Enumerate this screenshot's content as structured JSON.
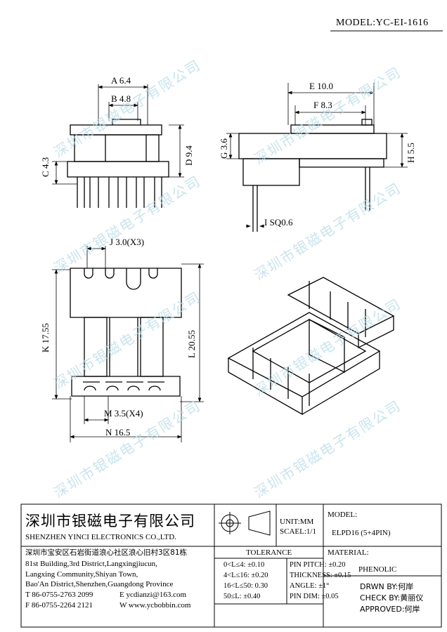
{
  "model_label": "MODEL:YC-EI-1616",
  "watermark": "深圳市银磁电子有限公司",
  "dimensions": {
    "A": "A 6.4",
    "B": "B 4.8",
    "C": "C 4.3",
    "D": "D 9.4",
    "E": "E 10.0",
    "F": "F 8.3",
    "G": "G 3.6",
    "H": "H 5.5",
    "I": "I SQ0.6",
    "J": "J 3.0(X3)",
    "K": "K 17.55",
    "L": "L 20.55",
    "M": "M 3.5(X4)",
    "N": "N 16.5"
  },
  "company": {
    "name_cn": "深圳市银磁电子有限公司",
    "name_en": "SHENZHEN YINCI ELECTRONICS CO.,LTD.",
    "address_cn": "深圳市宝安区石岩街道浪心社区浪心旧村3区81栋",
    "address_en": [
      "81st Building,3rd District,Langxingjiucun,",
      "Langxing Community,Shiyan Town,",
      "Bao'An District,Shenzhen,Guangdong Province"
    ],
    "tel": "T 86-0755-2763 2099",
    "email": "E ycdianzi@163.com",
    "fax": "F 86-0755-2264 2121",
    "web": "W www.ycbobbin.com"
  },
  "units": {
    "unit": "UNIT:MM",
    "scale": "SCAEL:1/1"
  },
  "model_box": {
    "label": "MODEL:",
    "value": "ELPD16 (5+4PIN)"
  },
  "tolerance": {
    "title": "TOLERANCE",
    "left": [
      "0<L≤4: ±0.10",
      "4<L≤16: ±0.20",
      "16<L≤50: 0.30",
      "50≤L: ±0.40"
    ],
    "right": [
      "PIN PITCH: ±0.20",
      "THICKNESS: ±0.15",
      "ANGLE: ±1°",
      "PIN DIM: ±0.05"
    ]
  },
  "material": {
    "label": "MATERIAL:",
    "value": "PHENOLIC"
  },
  "approvals": {
    "drawn": "DRWN BY:何岸",
    "check": "CHECK BY:黄丽仪",
    "approved": "APPROVED:何岸"
  }
}
